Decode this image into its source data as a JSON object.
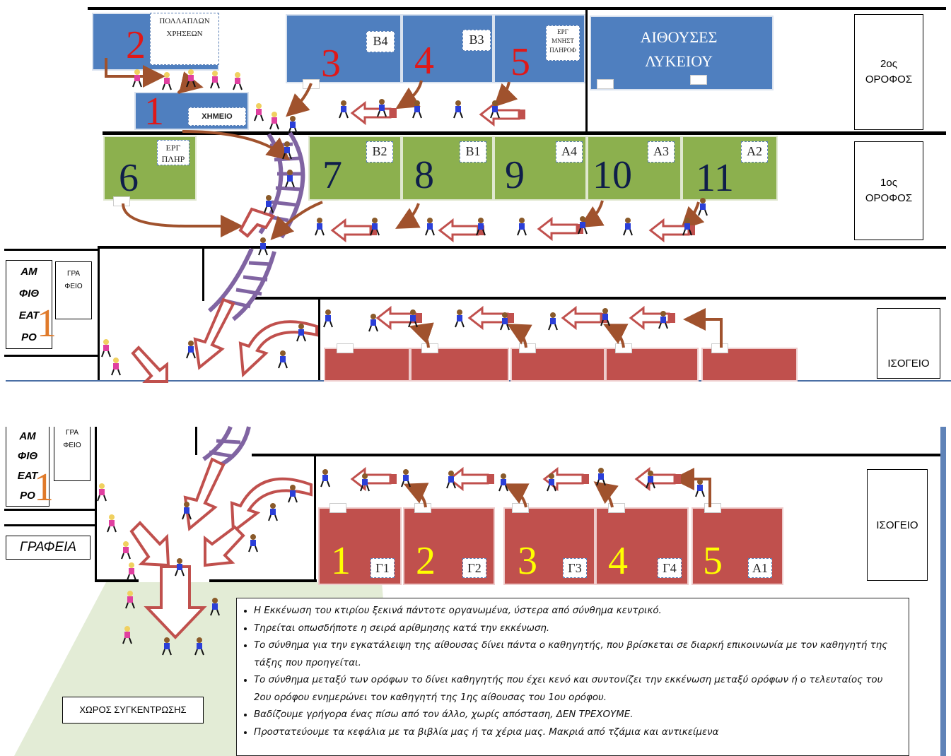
{
  "floors": {
    "second_label": "2ος ΟΡΟΦΟΣ",
    "first_label": "1ος ΟΡΟΦΟΣ",
    "ground_label": "ΙΣΟΓΕΙΟ",
    "ground_label_2": "ΙΣΟΓΕΙΟ"
  },
  "second_floor": {
    "multi_use_room": "ΠΟΛΛΑΠΛΩΝ ΧΡΗΣΕΩΝ",
    "chem_lab": "ΧΗΜΕΙΟ",
    "lyceum_rooms": "ΑΙΘΟΥΣΕΣ ΛΥΚΕΙΟΥ",
    "rooms": [
      {
        "order": "2",
        "tag": ""
      },
      {
        "order": "1",
        "tag": ""
      },
      {
        "order": "3",
        "tag": "Β4"
      },
      {
        "order": "4",
        "tag": "Β3"
      },
      {
        "order": "5",
        "tag": "ΕΡΓ ΜΝΗΣΤ ΠΛΗΡΟΦ"
      }
    ]
  },
  "first_floor": {
    "rooms": [
      {
        "order": "6",
        "tag": "ΕΡΓ ΠΛΗΡ"
      },
      {
        "order": "7",
        "tag": "Β2"
      },
      {
        "order": "8",
        "tag": "Β1"
      },
      {
        "order": "9",
        "tag": "Α4"
      },
      {
        "order": "10",
        "tag": "Α3"
      },
      {
        "order": "11",
        "tag": "Α2"
      }
    ]
  },
  "ground_floor": {
    "amphitheatre": "ΑΜ ΦΙΘ ΕΑΤ ΡΟ",
    "amphitheatre_2": "ΑΜ ΦΙΘ ΕΑΤ ΡΟ",
    "office": "ΓΡΑ ΦΕΙΟ",
    "office_2": "ΓΡΑ ΦΕΙΟ",
    "amph_num": "1",
    "amph_num_2": "1",
    "offices": "ΓΡΑΦΕΙΑ",
    "assembly_area": "ΧΩΡΟΣ ΣΥΓΚΕΝΤΡΩΣΗΣ",
    "rooms": [
      {
        "order": "1",
        "tag": "Γ1"
      },
      {
        "order": "2",
        "tag": "Γ2"
      },
      {
        "order": "3",
        "tag": "Γ3"
      },
      {
        "order": "4",
        "tag": "Γ4"
      },
      {
        "order": "5",
        "tag": "Α1"
      }
    ]
  },
  "instructions": [
    "Η Εκκένωση του κτιρίου ξεκινά πάντοτε οργανωμένα, ύστερα από σύνθημα κεντρικό.",
    "Τηρείται οπωσδήποτε η σειρά αρίθμησης κατά την εκκένωση.",
    "Το σύνθημα για την εγκατάλειψη της αίθουσας δίνει πάντα ο καθηγητής, που βρίσκεται σε διαρκή επικοινωνία με τον καθηγητή της τάξης που προηγείται.",
    "Το σύνθημα μεταξύ των ορόφων το δίνει καθηγητής που έχει κενό και συντονίζει την εκκένωση μεταξύ ορόφων ή ο τελευταίος του 2ου ορόφου ενημερώνει τον καθηγητή της 1ης αίθουσας του 1ου ορόφου.",
    "Βαδίζουμε γρήγορα ένας πίσω από τον άλλο, χωρίς απόσταση, ΔΕΝ ΤΡΕΧΟΥΜΕ.",
    "Προστατεύουμε τα κεφάλια με τα βιβλία μας ή τα χέρια μας. Μακριά από τζάμια και αντικείμενα"
  ],
  "colors": {
    "second_floor_rooms": "#4f7fbf",
    "first_floor_rooms": "#8cb04e",
    "ground_floor_rooms": "#c0504d",
    "route_arrow": "#a0522d",
    "hollow_arrow": "#c0504d",
    "stairs": "#8064a2",
    "assembly_zone": "#e3ecd6"
  }
}
